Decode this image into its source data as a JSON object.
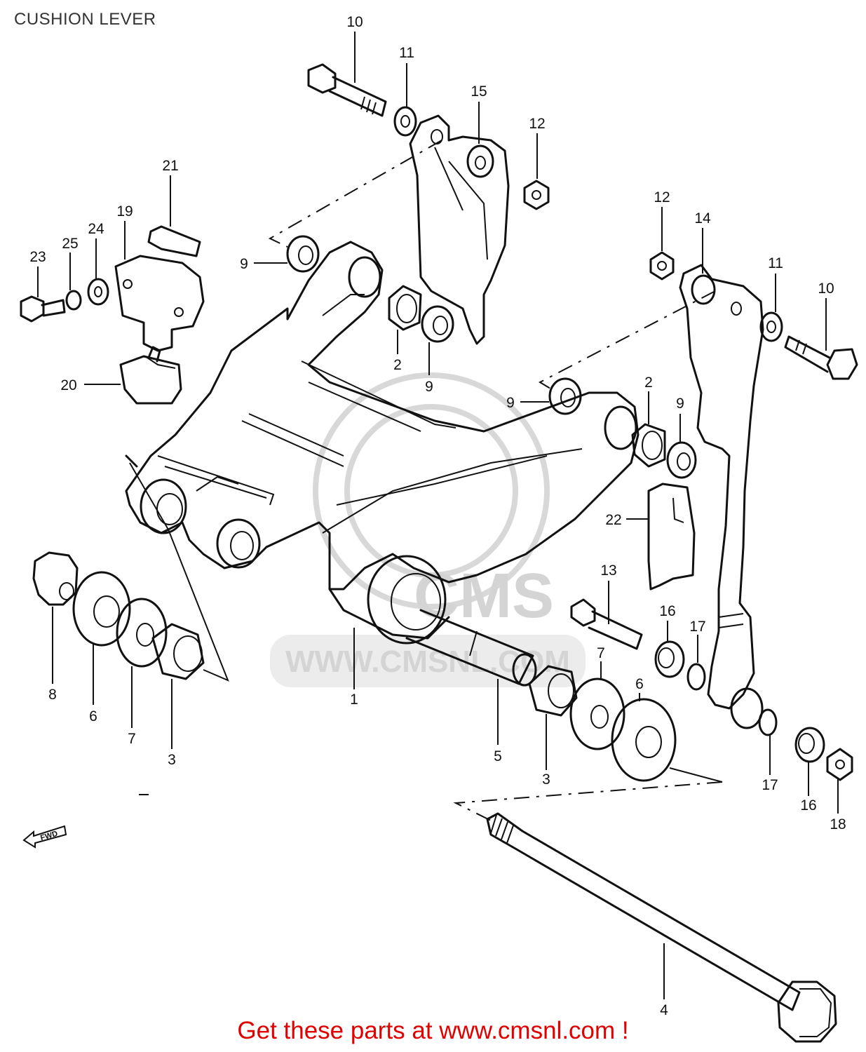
{
  "diagram": {
    "title": "CUSHION LEVER",
    "fwd_label": "FWD",
    "watermark": {
      "brand": "CMS",
      "url": "WWW.CMSNL.COM"
    },
    "callouts": [
      {
        "id": "c10a",
        "label": "10"
      },
      {
        "id": "c11a",
        "label": "11"
      },
      {
        "id": "c15",
        "label": "15"
      },
      {
        "id": "c12a",
        "label": "12"
      },
      {
        "id": "c21",
        "label": "21"
      },
      {
        "id": "c19",
        "label": "19"
      },
      {
        "id": "c24",
        "label": "24"
      },
      {
        "id": "c25",
        "label": "25"
      },
      {
        "id": "c23",
        "label": "23"
      },
      {
        "id": "c9a",
        "label": "9"
      },
      {
        "id": "c2a",
        "label": "2"
      },
      {
        "id": "c9b",
        "label": "9"
      },
      {
        "id": "c20",
        "label": "20"
      },
      {
        "id": "c12b",
        "label": "12"
      },
      {
        "id": "c14",
        "label": "14"
      },
      {
        "id": "c11b",
        "label": "11"
      },
      {
        "id": "c10b",
        "label": "10"
      },
      {
        "id": "c9c",
        "label": "9"
      },
      {
        "id": "c2b",
        "label": "2"
      },
      {
        "id": "c9d",
        "label": "9"
      },
      {
        "id": "c22",
        "label": "22"
      },
      {
        "id": "c13",
        "label": "13"
      },
      {
        "id": "c16a",
        "label": "16"
      },
      {
        "id": "c17a",
        "label": "17"
      },
      {
        "id": "c8",
        "label": "8"
      },
      {
        "id": "c6a",
        "label": "6"
      },
      {
        "id": "c7a",
        "label": "7"
      },
      {
        "id": "c3a",
        "label": "3"
      },
      {
        "id": "c1",
        "label": "1"
      },
      {
        "id": "c5",
        "label": "5"
      },
      {
        "id": "c3b",
        "label": "3"
      },
      {
        "id": "c7b",
        "label": "7"
      },
      {
        "id": "c6b",
        "label": "6"
      },
      {
        "id": "c17b",
        "label": "17"
      },
      {
        "id": "c16b",
        "label": "16"
      },
      {
        "id": "c18",
        "label": "18"
      },
      {
        "id": "c4",
        "label": "4"
      }
    ]
  },
  "footer": {
    "cta": "Get these parts at www.cmsnl.com !"
  }
}
